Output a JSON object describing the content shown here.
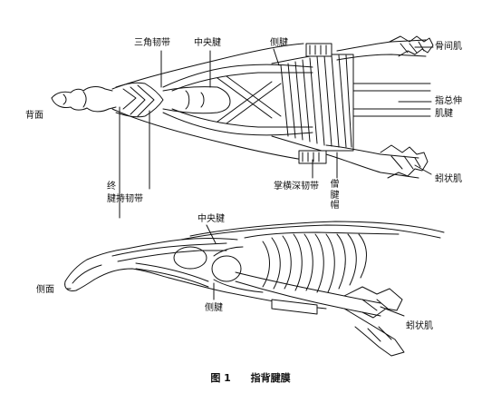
{
  "labels": {
    "triangular_ligament": "三角韧带",
    "central_slip_top": "中央腱",
    "lateral_band_top": "侧腱",
    "interosseous": "骨间肌",
    "extensor_tendon_line1": "指总伸",
    "extensor_tendon_line2": "肌腱",
    "dorsal_view": "背面",
    "terminal_tendon": "终",
    "retinacular_ligament": "腱持韧带",
    "transverse_metacarpal": "掌横深韧带",
    "sagittal_band": "腱帽",
    "sagittal_band_prefix": "僧",
    "lumbrical_top": "蚓状肌",
    "central_slip_bottom": "中央腱",
    "lateral_view": "侧面",
    "lateral_band_bottom": "侧腱",
    "lumbrical_bottom": "蚓状肌"
  },
  "caption": {
    "number": "图 1",
    "title": "指背腱膜"
  }
}
